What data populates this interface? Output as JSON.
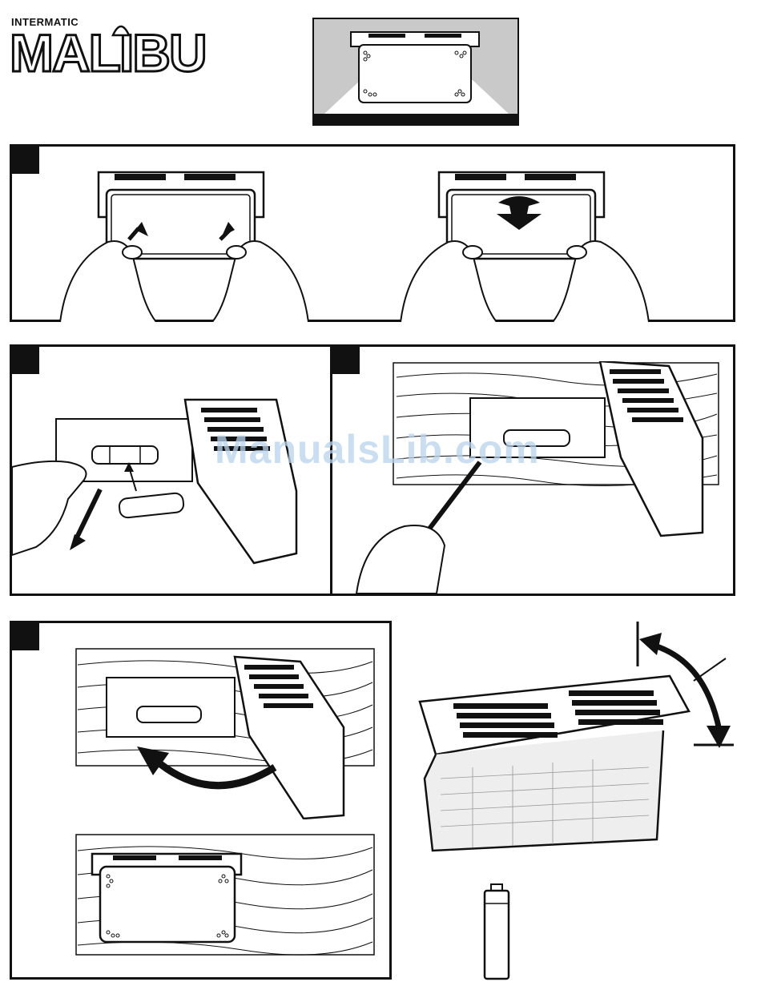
{
  "brand": {
    "maker": "INTERMATIC",
    "product": "MALIBU"
  },
  "watermark": {
    "text": "ManualsLib.com"
  },
  "figures": [
    {
      "name": "mounted-light-dark-scene"
    },
    {
      "name": "step1-press-release-tabs"
    },
    {
      "name": "step1-pull-down-cover"
    },
    {
      "name": "step2-insert-battery"
    },
    {
      "name": "step3-screw-mounting-plate"
    },
    {
      "name": "step4-reattach-cover"
    },
    {
      "name": "step4-assembled-on-wall"
    },
    {
      "name": "panel-tilt-angle"
    },
    {
      "name": "aa-battery"
    }
  ]
}
